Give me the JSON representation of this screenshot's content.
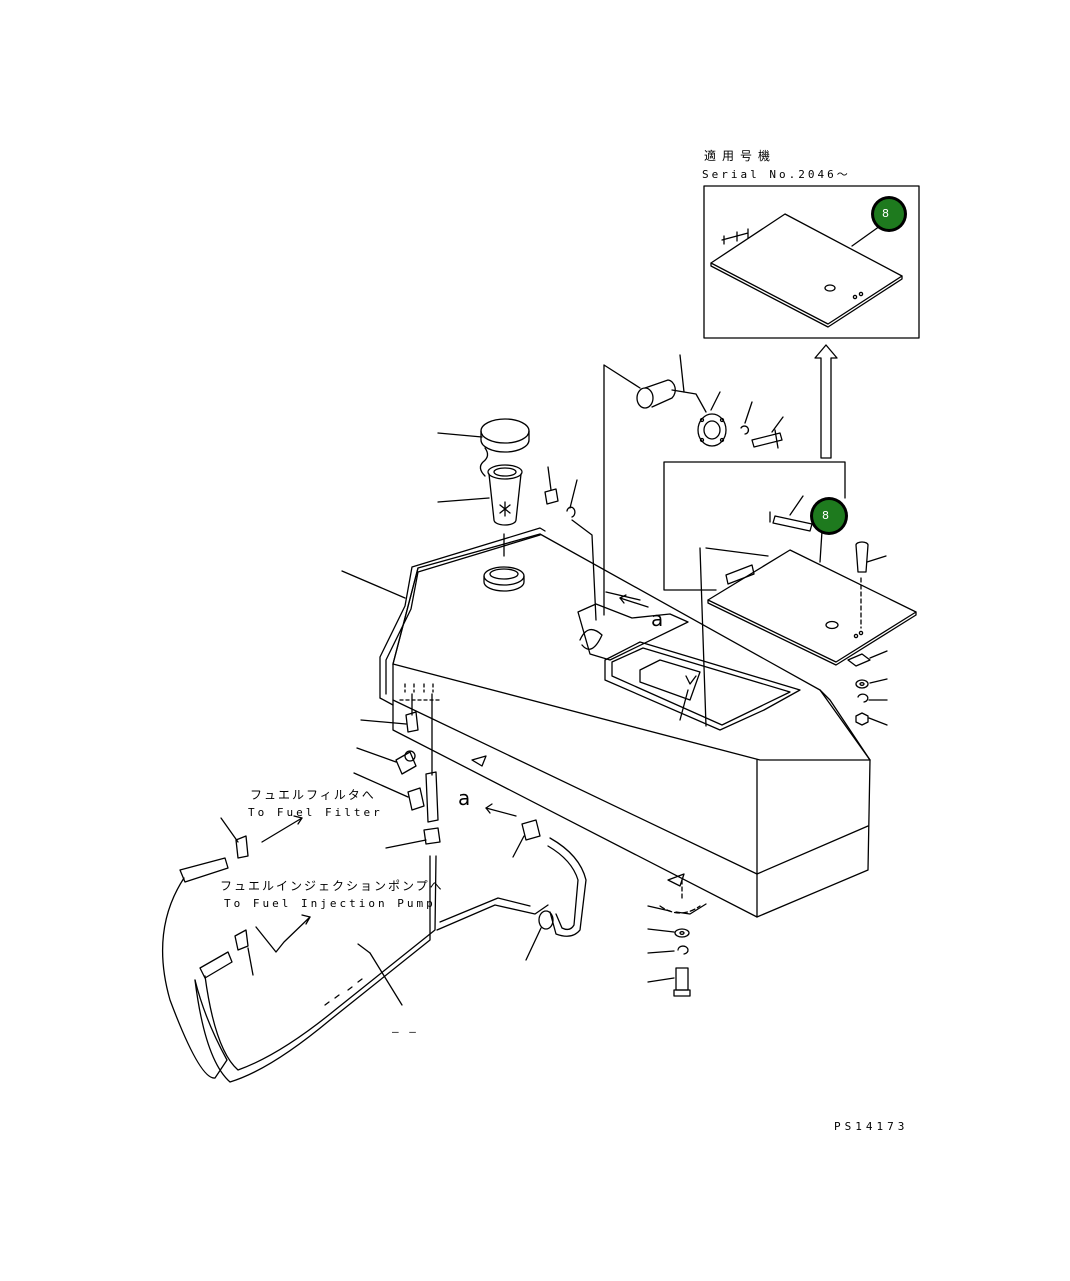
{
  "inset": {
    "applicable_label": "適用号機",
    "serial_label": "Serial No.2046～"
  },
  "callouts": {
    "to_fuel_filter_jp": "フュエルフィルタへ",
    "to_fuel_filter_en": "To Fuel Filter",
    "to_injection_pump_jp": "フュエルインジェクションポンプへ",
    "to_injection_pump_en": "To Fuel Injection Pump",
    "view_a_upper": "a",
    "view_a_lower": "a",
    "dash_mark": "— —"
  },
  "badges": {
    "inset_badge": "8",
    "cover_badge": "8"
  },
  "drawing_number": "PS14173",
  "colors": {
    "line": "#000000",
    "badge_fill": "#1e7a1e",
    "badge_ring": "#000000"
  }
}
